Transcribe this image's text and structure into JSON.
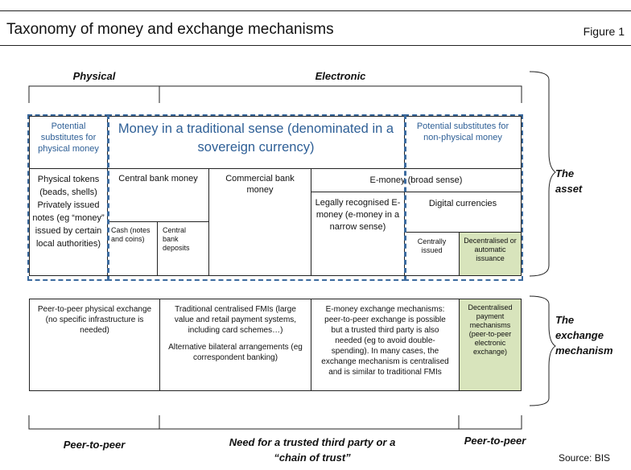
{
  "figure": {
    "title": "Taxonomy of money and exchange mechanisms",
    "figure_number": "Figure 1",
    "source": "Source: BIS"
  },
  "top_headers": {
    "physical": "Physical",
    "electronic": "Electronic"
  },
  "side_labels": {
    "asset": [
      "The",
      "asset"
    ],
    "exchange": [
      "The",
      "exchange",
      "mechanism"
    ]
  },
  "asset": {
    "potential_physical": "Potential substitutes for physical money",
    "traditional_money": "Money in a traditional sense (denominated in a sovereign currency)",
    "potential_nonphysical": "Potential substitutes for non-physical money",
    "physical_tokens": "Physical tokens (beads, shells) Privately issued notes (eg “money” issued by certain local authorities)",
    "central_bank_money": "Central bank money",
    "cash": "Cash (notes and coins)",
    "central_bank_deposits": "Central bank deposits",
    "commercial_bank_money": "Commercial bank money",
    "emoney_broad": "E-money (broad sense)",
    "emoney_narrow": "Legally recognised E-money (e-money in a narrow sense)",
    "digital_currencies": "Digital currencies",
    "centrally_issued": "Centrally issued",
    "decentralised_issuance": "Decentralised or automatic issuance"
  },
  "exchange": {
    "p2p_physical": "Peer-to-peer physical exchange (no specific infrastructure is needed)",
    "traditional_fmis": "Traditional centralised FMIs (large value and retail payment systems, including card schemes…)",
    "bilateral": "Alternative bilateral arrangements (eg correspondent banking)",
    "emoney_exchange": "E-money exchange mechanisms: peer-to-peer exchange is possible but a trusted third party is also needed (eg to avoid double-spending). In many cases, the exchange mechanism is centralised and is similar to traditional FMIs",
    "decentralised_payment": "Decentralised payment mechanisms (peer-to-peer electronic exchange)"
  },
  "bottom_labels": {
    "p2p_left": "Peer-to-peer",
    "trusted_third_party": "Need for a trusted third party or a “chain of trust”",
    "p2p_right": "Peer-to-peer"
  },
  "colors": {
    "dashed_blue": "#3b6a9e",
    "text_blue": "#2e5f96",
    "green_fill": "#d8e4bc"
  }
}
